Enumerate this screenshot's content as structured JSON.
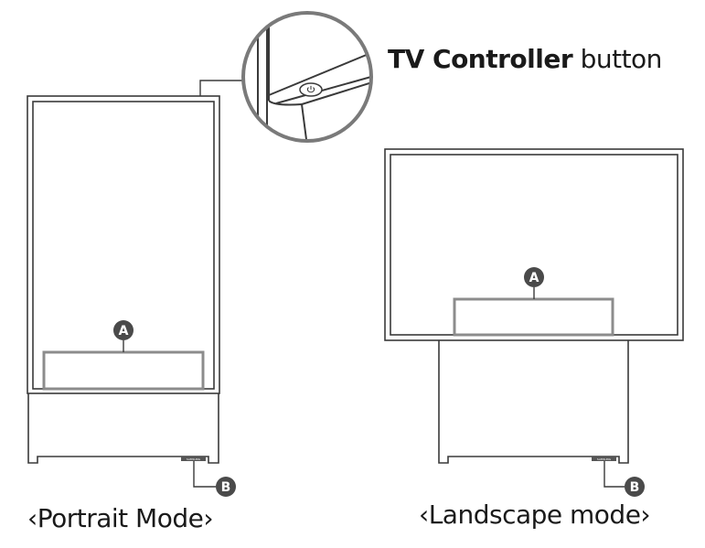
{
  "callout": {
    "label_bold": "TV Controller",
    "label_rest": " button"
  },
  "portrait": {
    "caption": "‹Portrait Mode›",
    "marker_a": "A",
    "marker_b": "B"
  },
  "landscape": {
    "caption": "‹Landscape mode›",
    "marker_a": "A",
    "marker_b": "B"
  },
  "logo_text": "SAMSUNG",
  "colors": {
    "line": "#3a3a3a",
    "marker": "#4a4a4a",
    "highlight": "#8c8c8c",
    "lens_ring": "#7a7a7a"
  },
  "icons": [
    "power-icon"
  ]
}
